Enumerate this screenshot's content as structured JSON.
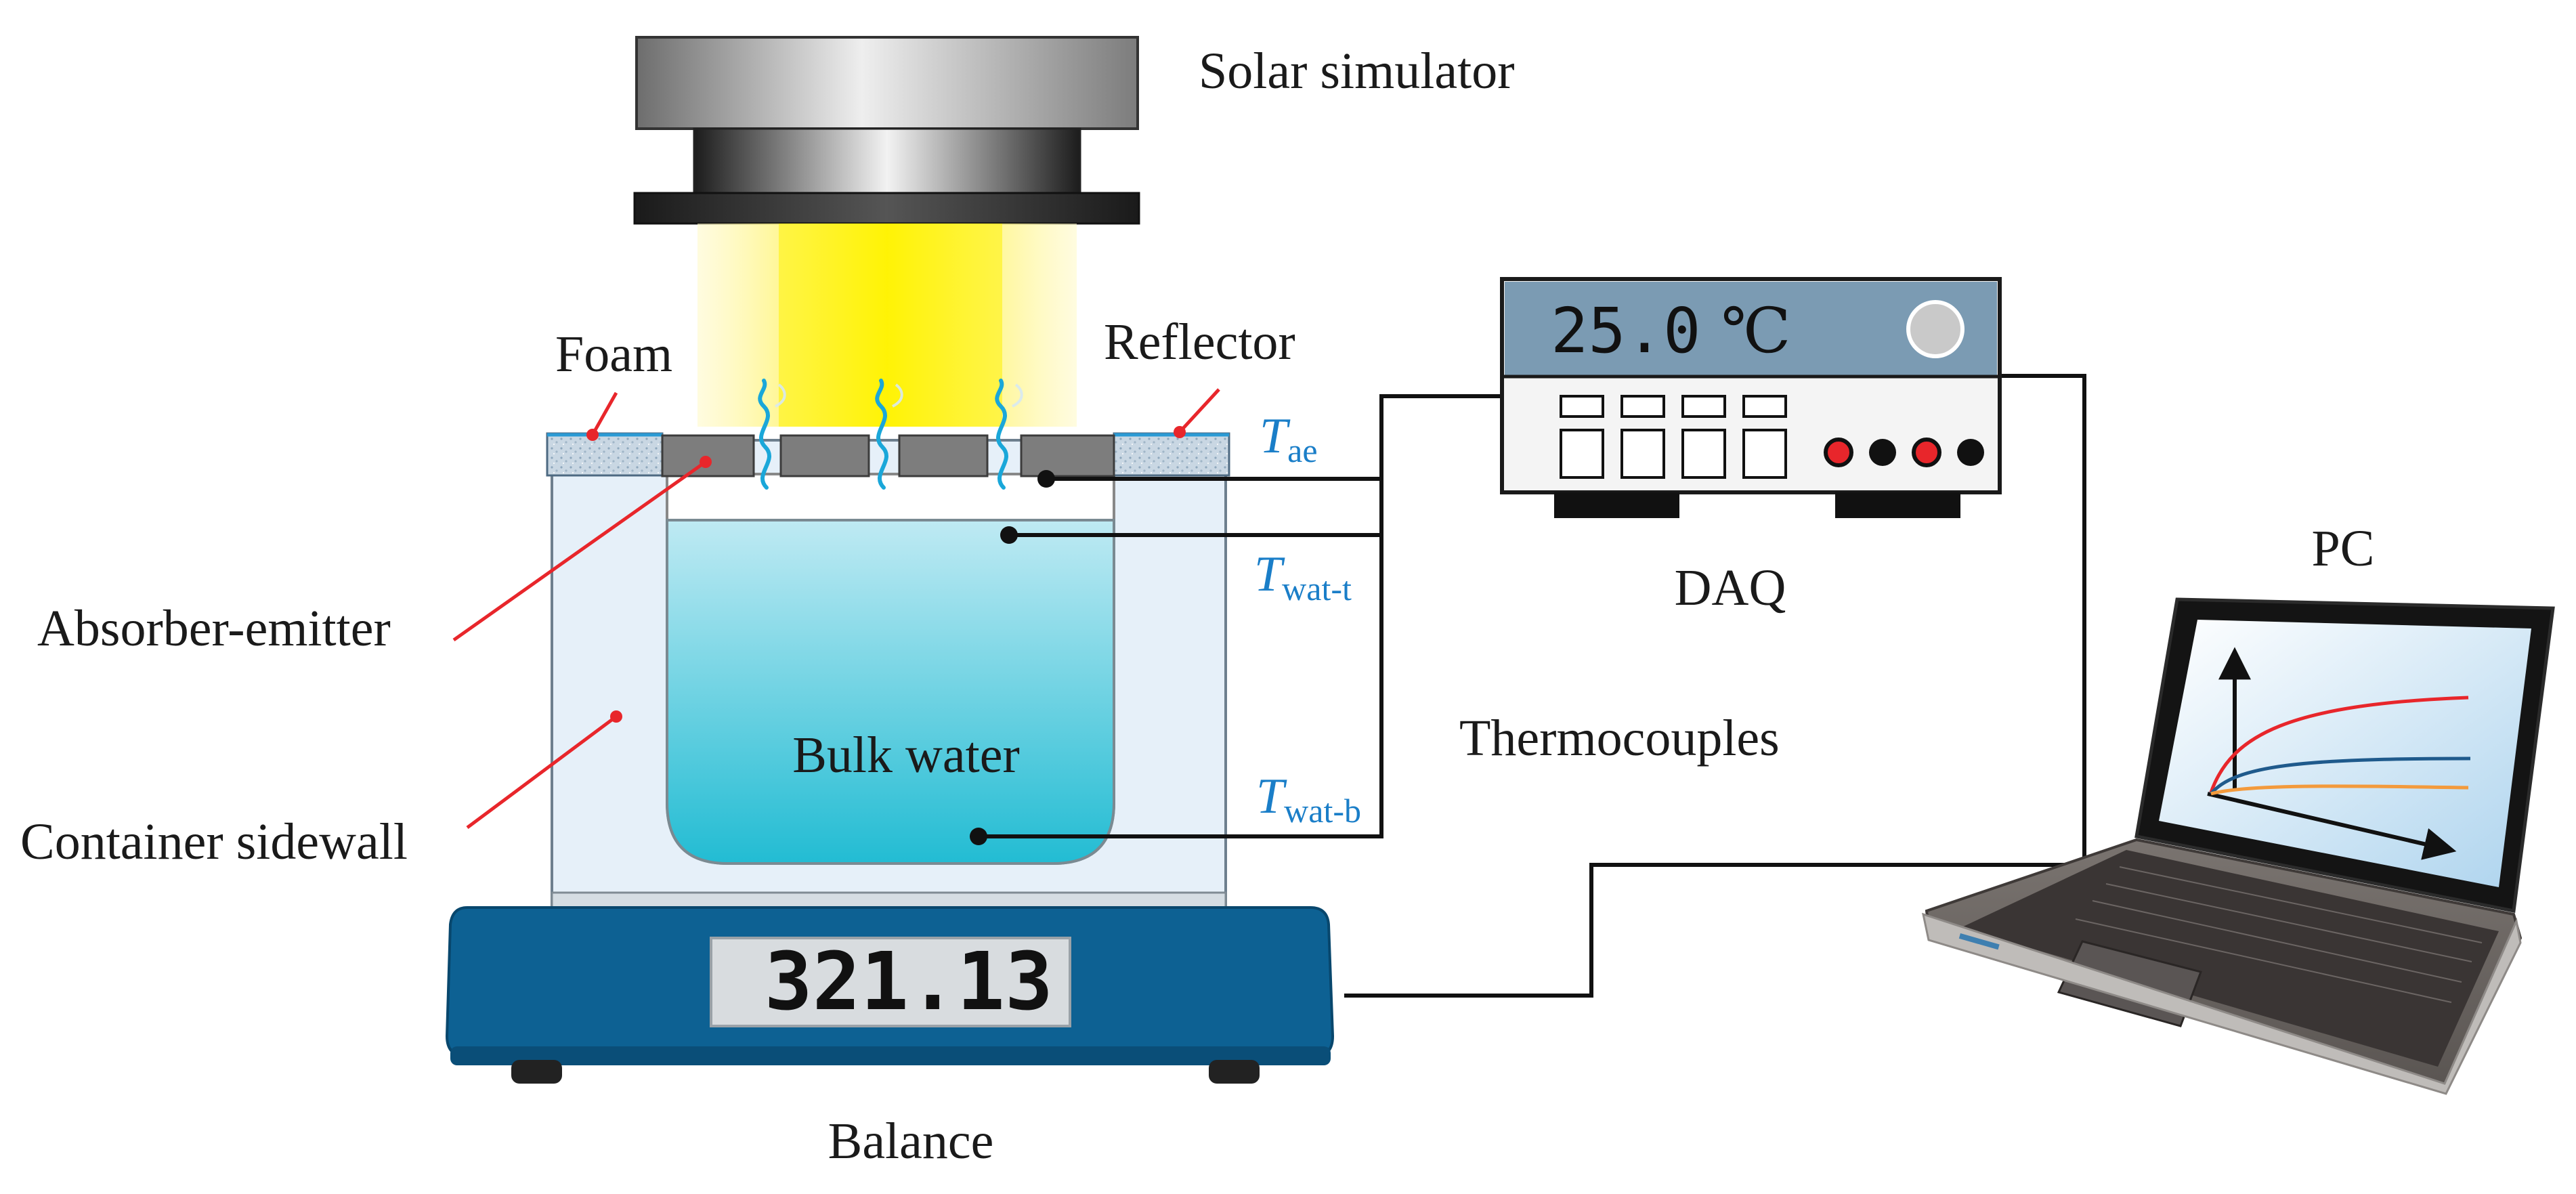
{
  "labels": {
    "solar_simulator": "Solar simulator",
    "foam": "Foam",
    "reflector": "Reflector",
    "absorber_emitter": "Absorber-emitter",
    "container_sidewall": "Container sidewall",
    "bulk_water": "Bulk water",
    "balance": "Balance",
    "daq": "DAQ",
    "thermocouples": "Thermocouples",
    "pc": "PC"
  },
  "sensors": {
    "t_ae": {
      "symbol": "T",
      "sub": "ae"
    },
    "t_wat_t": {
      "symbol": "T",
      "sub": "wat-t"
    },
    "t_wat_b": {
      "symbol": "T",
      "sub": "wat-b"
    }
  },
  "daq": {
    "reading": "25.0",
    "unit": "℃"
  },
  "balance": {
    "reading": "321.13"
  },
  "colors": {
    "label_line": "#e8262b",
    "sensor_text": "#1a7ec8",
    "balance_body": "#0d6193",
    "water": "#3ec3d8",
    "light": "#fff200",
    "daq_panel": "#7b9bb3",
    "curve_red": "#e8262b",
    "curve_blue": "#1f5a8c",
    "curve_orange": "#f39a3c"
  }
}
